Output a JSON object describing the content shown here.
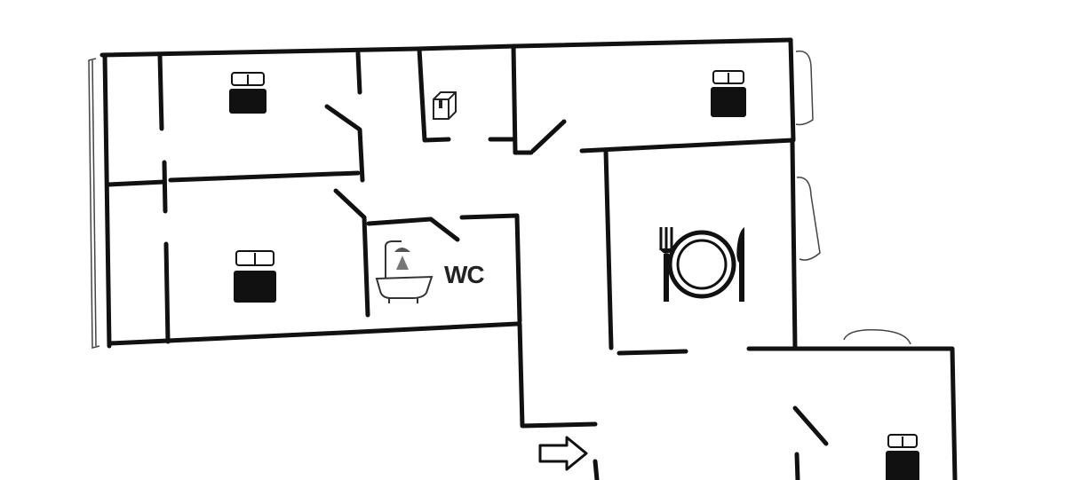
{
  "plan": {
    "wc_label": "WC",
    "rooms": [
      "bedroom",
      "bedroom",
      "bedroom",
      "bedroom",
      "bathroom",
      "dining",
      "storage",
      "corridor"
    ],
    "icons": [
      "bed-icon",
      "box-icon",
      "bathtub-shower-icon",
      "plate-cutlery-icon",
      "entrance-arrow-icon",
      "window-icon"
    ]
  }
}
